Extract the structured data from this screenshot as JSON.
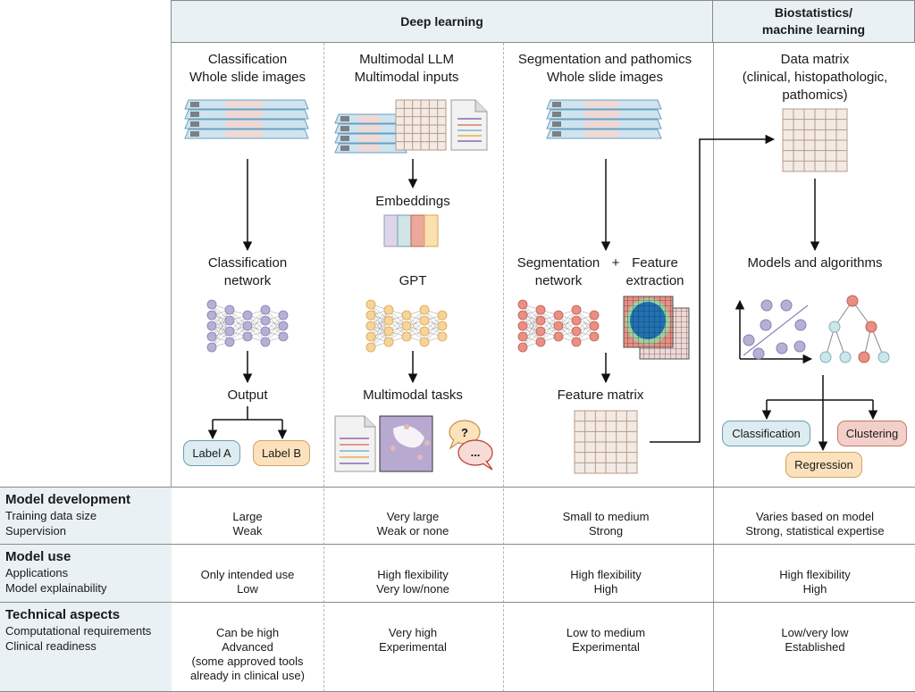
{
  "headers": {
    "deep_learning": "Deep learning",
    "biostatistics": [
      "Biostatistics/",
      "machine learning"
    ]
  },
  "columns": [
    {
      "title": [
        "Classification",
        "Whole slide images"
      ],
      "step1": [
        "Classification",
        "network"
      ],
      "step2": "Output",
      "outputs": [
        "Label A",
        "Label B"
      ]
    },
    {
      "title": [
        "Multimodal LLM",
        "Multimodal inputs"
      ],
      "embeddings": "Embeddings",
      "step1": "GPT",
      "step2": "Multimodal tasks",
      "bubbles": [
        "?",
        "..."
      ]
    },
    {
      "title": [
        "Segmentation and pathomics",
        "Whole slide images"
      ],
      "seg": [
        "Segmentation",
        "network"
      ],
      "plus": "+",
      "feat": [
        "Feature",
        "extraction"
      ],
      "step2": "Feature matrix"
    },
    {
      "title": [
        "Data matrix",
        "(clinical, histopathologic,",
        "pathomics)"
      ],
      "step1": "Models and algorithms",
      "outputs": [
        "Classification",
        "Regression",
        "Clustering"
      ]
    }
  ],
  "table": {
    "rows": [
      {
        "title": "Model development",
        "sub": [
          "Training data size",
          "Supervision"
        ],
        "values": [
          [
            "Large",
            "Weak"
          ],
          [
            "Very large",
            "Weak or none"
          ],
          [
            "Small to medium",
            "Strong"
          ],
          [
            "Varies based on model",
            "Strong, statistical expertise"
          ]
        ]
      },
      {
        "title": "Model use",
        "sub": [
          "Applications",
          "Model explainability"
        ],
        "values": [
          [
            "Only intended use",
            "Low"
          ],
          [
            "High flexibility",
            "Very low/none"
          ],
          [
            "High flexibility",
            "High"
          ],
          [
            "High flexibility",
            "High"
          ]
        ]
      },
      {
        "title": "Technical aspects",
        "sub": [
          "Computational requirements",
          "Clinical readiness"
        ],
        "values": [
          [
            "Can be high",
            "Advanced",
            "(some approved tools",
            "already in clinical use)"
          ],
          [
            "Very high",
            "Experimental"
          ],
          [
            "Low to medium",
            "Experimental"
          ],
          [
            "Low/very low",
            "Established"
          ]
        ]
      }
    ]
  },
  "colors": {
    "header_bg": "#e9f1f4",
    "purple_node": "#b7b0d4",
    "orange_node": "#f6d49a",
    "red_node": "#e98f84",
    "blue_node": "#cde6ea",
    "label_a_bg": "#dcecf0",
    "label_b_bg": "#fbe2bd",
    "clustering_bg": "#f3cfc9"
  }
}
